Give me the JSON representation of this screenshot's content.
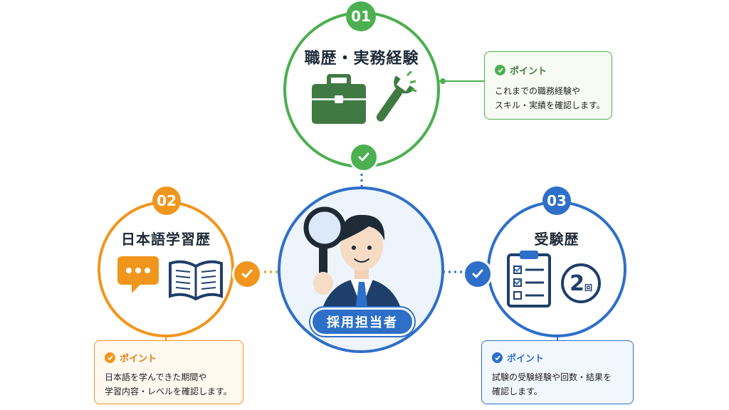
{
  "colors": {
    "green": "#4caf50",
    "green_dark": "#3f7a42",
    "orange": "#f0961e",
    "blue": "#2e6fc9",
    "navy": "#1f2a37"
  },
  "center": {
    "role_label": "採用担当者",
    "icon": "magnifier-person-icon"
  },
  "steps": [
    {
      "number": "01",
      "title": "職歴・実務経験",
      "icons": [
        "briefcase-icon",
        "wrench-icon"
      ],
      "point_label": "ポイント",
      "point_lines": [
        "これまでの職務経験や",
        "スキル・実績を確認します。"
      ]
    },
    {
      "number": "02",
      "title": "日本語学習歴",
      "icons": [
        "speech-bubble-icon",
        "open-book-icon"
      ],
      "point_label": "ポイント",
      "point_lines": [
        "日本語を学んできた期間や",
        "学習内容・レベルを確認します。"
      ]
    },
    {
      "number": "03",
      "title": "受験歴",
      "icons": [
        "clipboard-checklist-icon",
        "count-badge-icon"
      ],
      "count_number": "2",
      "count_unit": "回",
      "point_label": "ポイント",
      "point_lines": [
        "試験の受験経験や回数・結果を",
        "確認します。"
      ]
    }
  ]
}
